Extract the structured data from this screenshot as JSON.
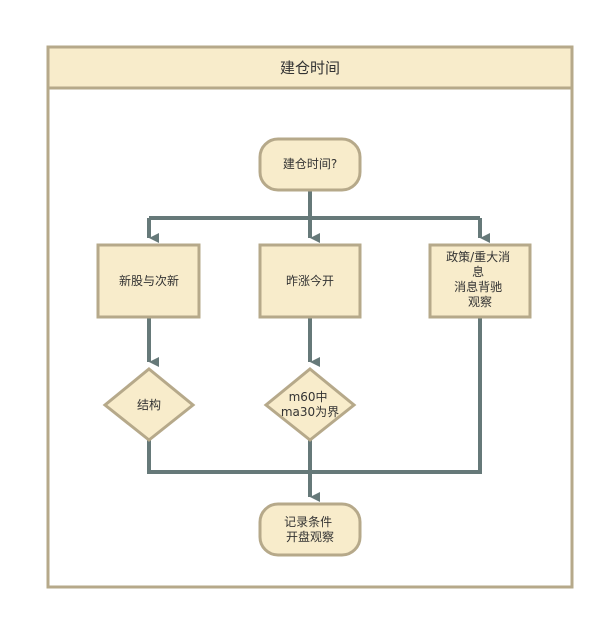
{
  "diagram": {
    "title": "建仓时间",
    "nodes": {
      "start": {
        "lines": [
          "建仓时间?"
        ]
      },
      "new_stock": {
        "lines": [
          "新股与次新"
        ]
      },
      "gap_up": {
        "lines": [
          "昨涨今开"
        ]
      },
      "policy": {
        "lines": [
          "政策/重大消",
          "息",
          "消息背驰",
          "观察"
        ]
      },
      "structure": {
        "lines": [
          "结构"
        ]
      },
      "ma_check": {
        "lines": [
          "m60中",
          "ma30为界"
        ]
      },
      "end": {
        "lines": [
          "记录条件",
          "开盘观察"
        ]
      }
    }
  },
  "colors": {
    "container_fill": "#ffffff",
    "container_stroke": "#b6a98a",
    "header_fill": "#f8eccb",
    "node_fill": "#f8eccb",
    "node_stroke": "#b6a98a",
    "edge": "#667979",
    "text": "#333333"
  }
}
